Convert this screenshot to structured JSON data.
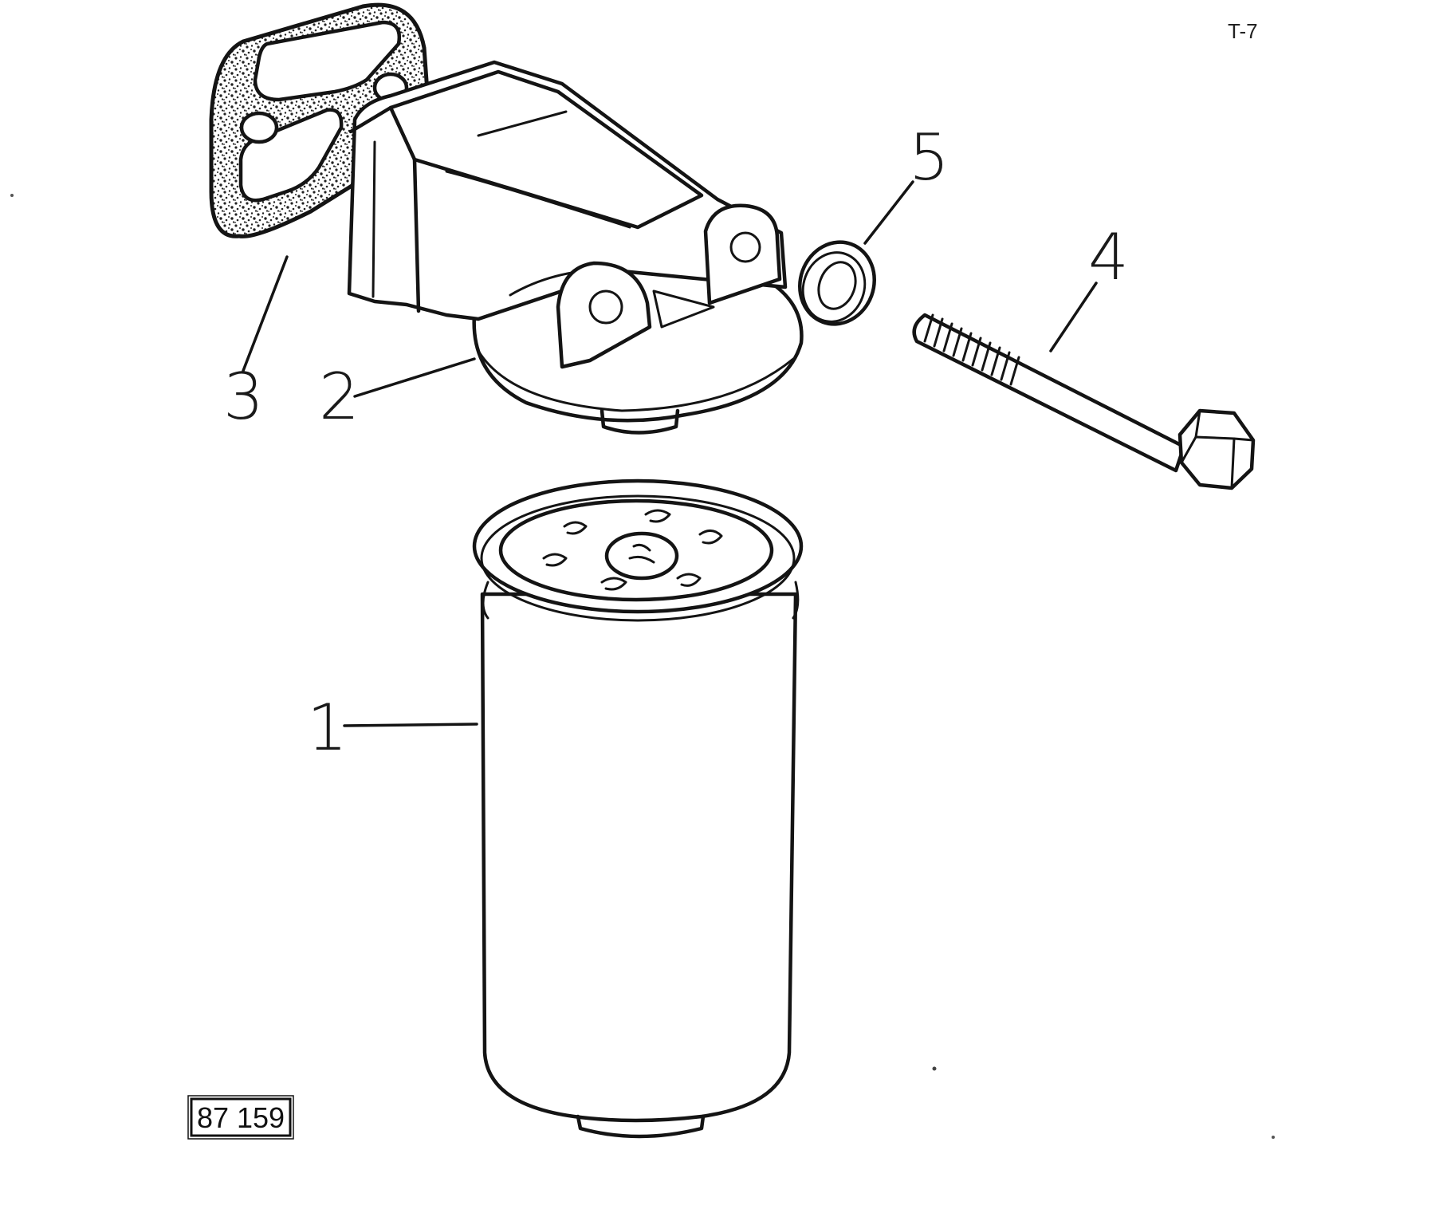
{
  "page_ref": "T-7",
  "figure_number": "87 159",
  "callouts": [
    {
      "id": "1",
      "label": "1"
    },
    {
      "id": "2",
      "label": "2"
    },
    {
      "id": "3",
      "label": "3"
    },
    {
      "id": "4",
      "label": "4"
    },
    {
      "id": "5",
      "label": "5"
    }
  ],
  "colors": {
    "ink": "#141414",
    "paper": "#ffffff"
  }
}
